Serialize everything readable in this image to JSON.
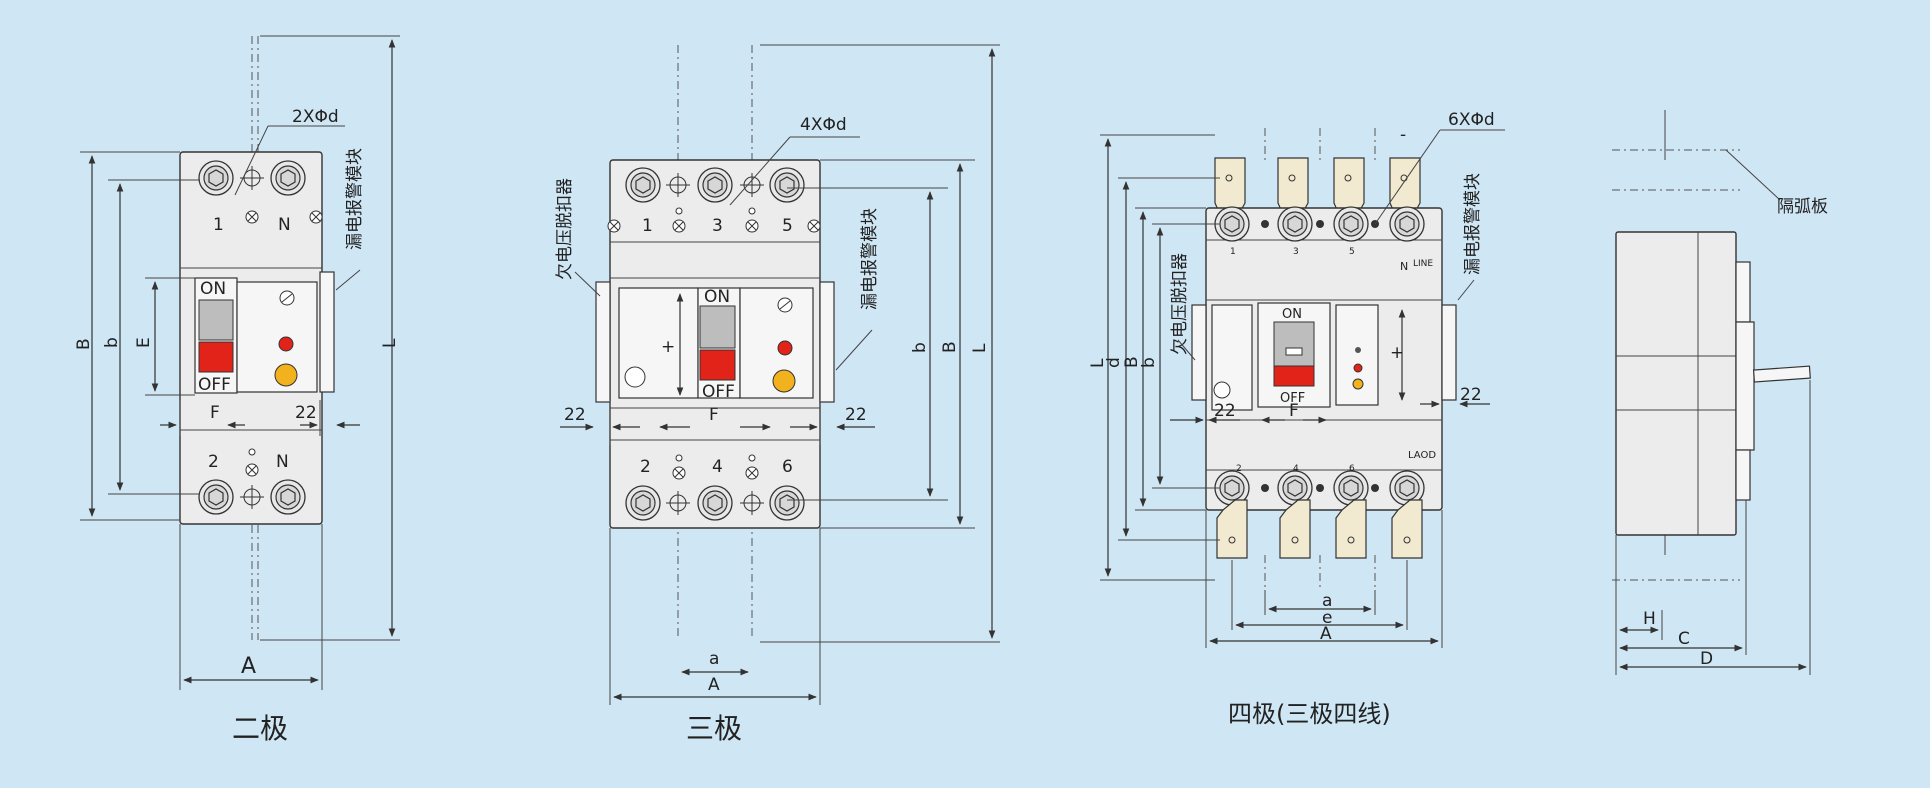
{
  "titles": {
    "two_pole": "二极",
    "three_pole": "三极",
    "four_pole": "四极(三极四线)"
  },
  "annotations": {
    "leak_module": "漏电报警模块",
    "undervoltage": "欠电压脱扣器",
    "arc_plate": "隔弧板"
  },
  "switch": {
    "on": "ON",
    "off": "OFF"
  },
  "two_pole": {
    "hole": "2XΦd",
    "top_labels": [
      "1",
      "N"
    ],
    "bottom_labels": [
      "2",
      "N"
    ],
    "dims": {
      "B": "B",
      "b": "b",
      "E": "E",
      "L": "L",
      "A": "A",
      "F": "F",
      "side": "22"
    }
  },
  "three_pole": {
    "hole": "4XΦd",
    "top_labels": [
      "1",
      "3",
      "5"
    ],
    "bottom_labels": [
      "2",
      "4",
      "6"
    ],
    "plus": "+",
    "dims": {
      "b": "b",
      "B": "B",
      "L": "L",
      "A": "A",
      "a": "a",
      "F": "F",
      "left22": "22",
      "right22": "22"
    }
  },
  "four_pole": {
    "hole": "6XΦd",
    "top_small": [
      "1",
      "3",
      "5"
    ],
    "bottom_small": [
      "2",
      "4",
      "6"
    ],
    "n_mark": "N",
    "line_mark": "LINE",
    "brand": "LAOD",
    "minus": "-",
    "plus": "+",
    "dims": {
      "L": "L",
      "d": "d",
      "B": "B",
      "b": "b",
      "a": "a",
      "e": "e",
      "A": "A",
      "F": "F",
      "left22": "22",
      "right22": "22"
    }
  },
  "side_view": {
    "dims": {
      "H": "H",
      "C": "C",
      "D": "D"
    }
  },
  "colors": {
    "background": "#cfe6f4",
    "red": "#e2231a",
    "yellow": "#f2b21e",
    "copper": "#f2ead0"
  }
}
